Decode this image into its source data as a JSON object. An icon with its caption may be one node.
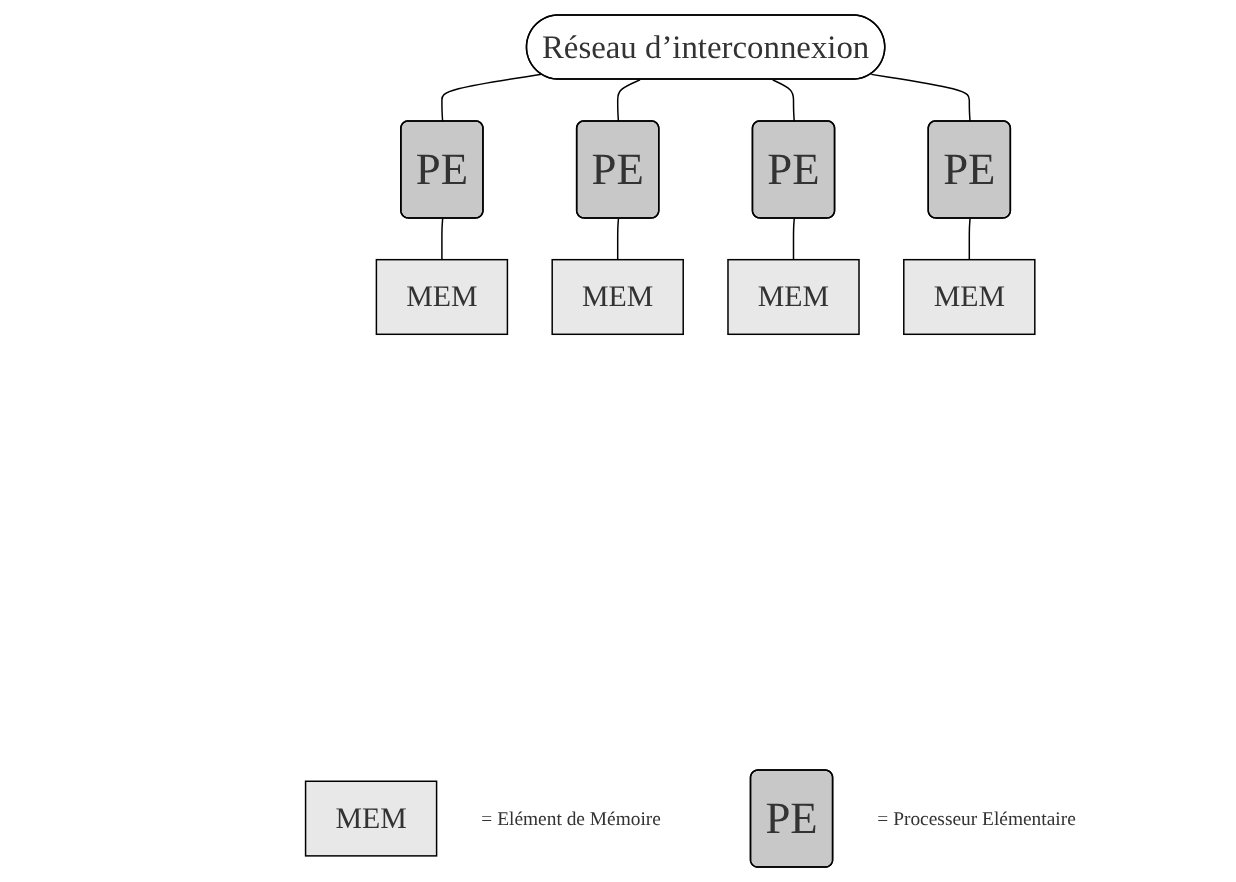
{
  "diagram": {
    "nodes": [
      {
        "text": [
          "Réseau d’interconnexion"
        ]
      },
      {
        "text": [
          "PE"
        ]
      },
      {
        "text": [
          "PE"
        ]
      },
      {
        "text": [
          "PE"
        ]
      },
      {
        "text": [
          "PE"
        ]
      },
      {
        "text": [
          "MEM"
        ]
      },
      {
        "text": [
          "MEM"
        ]
      },
      {
        "text": [
          "MEM"
        ]
      },
      {
        "text": [
          "MEM"
        ]
      },
      {
        "text": [
          "MEM"
        ],
        "beside": [
          "= Elément de Mémoire"
        ]
      },
      {
        "text": [
          "PE"
        ],
        "beside": [
          "= Processeur Elémentaire"
        ]
      }
    ],
    "edges": [
      {
        "from": 0,
        "to": 1,
        "arrow": "none"
      },
      {
        "from": 0,
        "to": 2,
        "arrow": "none"
      },
      {
        "from": 0,
        "to": 3,
        "arrow": "none"
      },
      {
        "from": 0,
        "to": 4,
        "arrow": "none"
      },
      {
        "from": 1,
        "to": 5,
        "arrow": "none"
      },
      {
        "from": 2,
        "to": 6,
        "arrow": "none"
      },
      {
        "from": 3,
        "to": 7,
        "arrow": "none"
      },
      {
        "from": 4,
        "to": 8,
        "arrow": "none"
      }
    ]
  }
}
